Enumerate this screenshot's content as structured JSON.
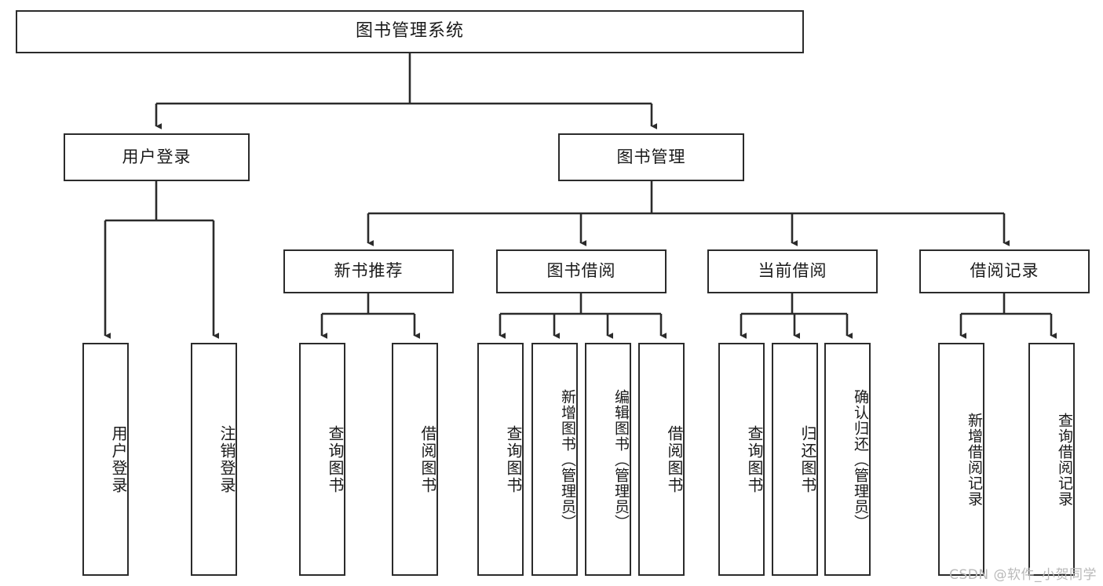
{
  "diagram": {
    "title_text": "图书管理系统",
    "type": "tree-hierarchy-chart",
    "line_color": "#2b2b2b",
    "box_fill": "#ffffff",
    "text_color": "#1a1a1a",
    "root": {
      "label": "图书管理系统"
    },
    "level2": [
      {
        "label": "用户登录"
      },
      {
        "label": "图书管理"
      }
    ],
    "level3": [
      {
        "label": "新书推荐"
      },
      {
        "label": "图书借阅"
      },
      {
        "label": "当前借阅"
      },
      {
        "label": "借阅记录"
      }
    ],
    "leaves": {
      "user_login": [
        {
          "label": "用户登录"
        },
        {
          "label": "注销登录"
        }
      ],
      "new_book_rec": [
        {
          "label": "查询图书"
        },
        {
          "label": "借阅图书"
        }
      ],
      "book_borrow": [
        {
          "label": "查询图书"
        },
        {
          "label": "新增图书（管理员）"
        },
        {
          "label": "编辑图书（管理员）"
        },
        {
          "label": "借阅图书"
        }
      ],
      "current_borrow": [
        {
          "label": "查询图书"
        },
        {
          "label": "归还图书"
        },
        {
          "label": "确认归还（管理员）"
        }
      ],
      "borrow_record": [
        {
          "label": "新增借阅记录"
        },
        {
          "label": "查询借阅记录"
        }
      ]
    }
  },
  "watermark": {
    "text": "CSDN @软件_小贺同学"
  }
}
